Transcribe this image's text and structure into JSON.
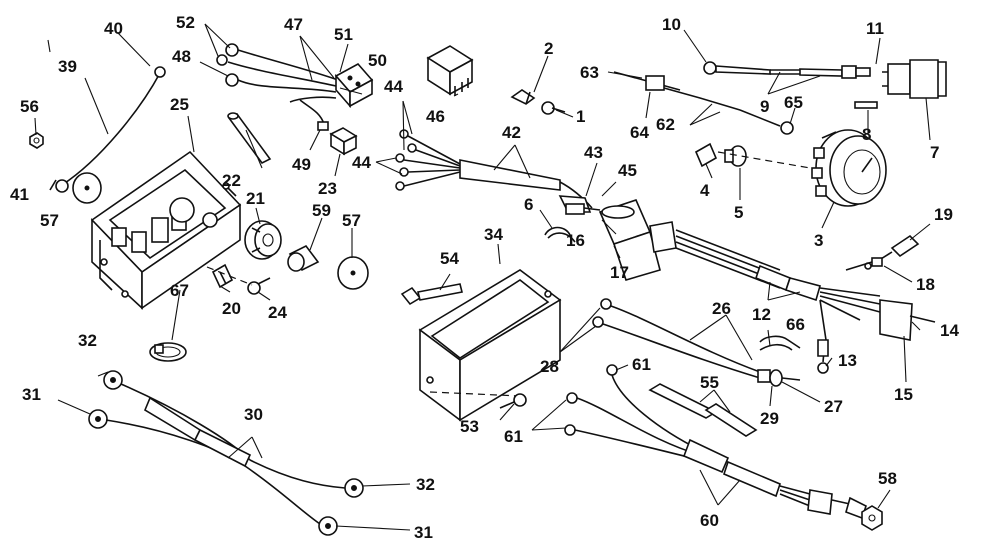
{
  "labels": {
    "l1": "1",
    "l2": "2",
    "l3": "3",
    "l4": "4",
    "l5": "5",
    "l6": "6",
    "l7": "7",
    "l8": "8",
    "l9": "9",
    "l10": "10",
    "l11": "11",
    "l12": "12",
    "l13": "13",
    "l14": "14",
    "l15": "15",
    "l16": "16",
    "l17": "17",
    "l18": "18",
    "l19": "19",
    "l20": "20",
    "l21": "21",
    "l22": "22",
    "l23": "23",
    "l24": "24",
    "l25": "25",
    "l26": "26",
    "l27": "27",
    "l28": "28",
    "l29": "29",
    "l30": "30",
    "l31a": "31",
    "l31b": "31",
    "l32a": "32",
    "l32b": "32",
    "l34": "34",
    "l39": "39",
    "l40": "40",
    "l41": "41",
    "l42": "42",
    "l43": "43",
    "l44a": "44",
    "l44b": "44",
    "l45": "45",
    "l46": "46",
    "l47": "47",
    "l48": "48",
    "l49": "49",
    "l50": "50",
    "l51": "51",
    "l52": "52",
    "l53": "53",
    "l54": "54",
    "l55": "55",
    "l56": "56",
    "l57a": "57",
    "l57b": "57",
    "l58": "58",
    "l59": "59",
    "l60": "60",
    "l61a": "61",
    "l61b": "61",
    "l62": "62",
    "l63": "63",
    "l64": "64",
    "l65": "65",
    "l66": "66",
    "l67": "67"
  }
}
